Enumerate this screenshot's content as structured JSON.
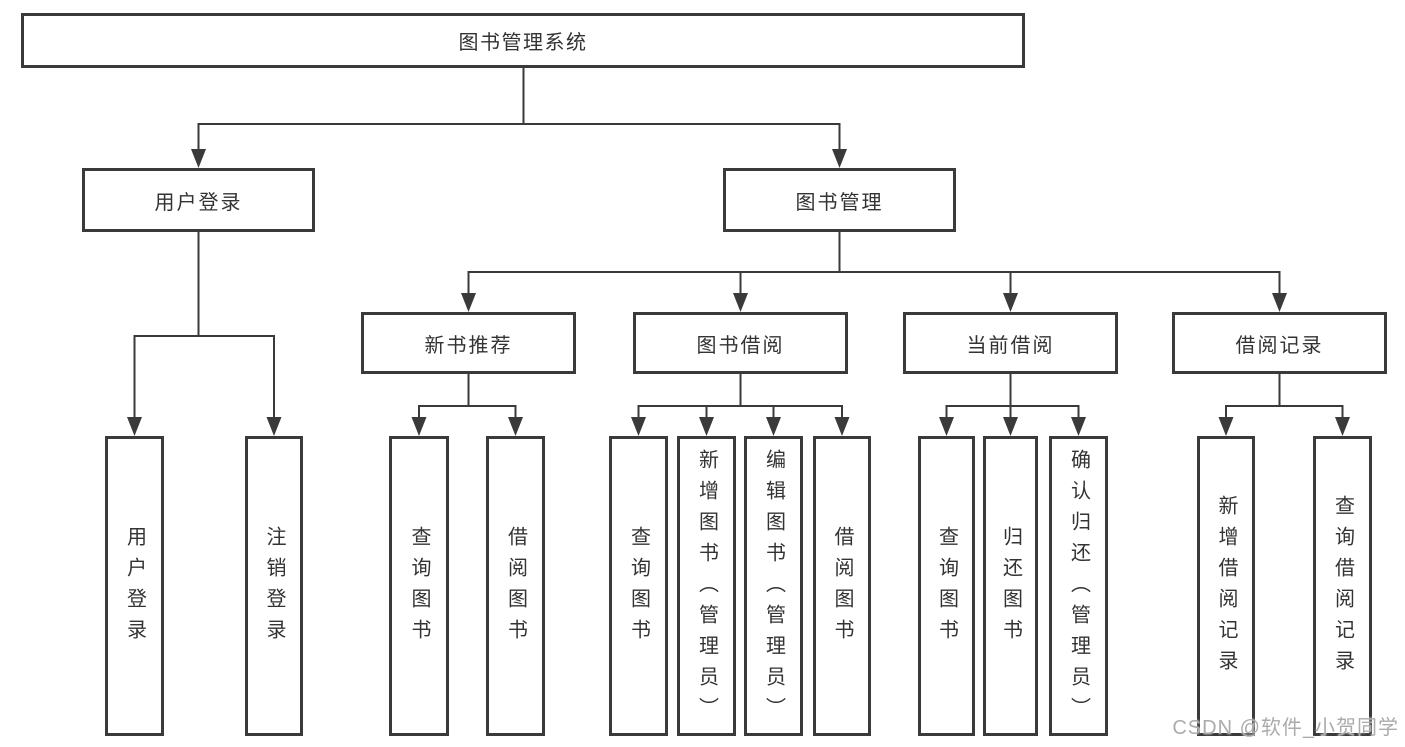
{
  "tree": {
    "label": "图书管理系统",
    "children": [
      {
        "label": "用户登录",
        "children": [
          {
            "label": "用户登录"
          },
          {
            "label": "注销登录"
          }
        ]
      },
      {
        "label": "图书管理",
        "children": [
          {
            "label": "新书推荐",
            "children": [
              {
                "label": "查询图书"
              },
              {
                "label": "借阅图书"
              }
            ]
          },
          {
            "label": "图书借阅",
            "children": [
              {
                "label": "查询图书"
              },
              {
                "label": "新增图书（管理员）"
              },
              {
                "label": "编辑图书（管理员）"
              },
              {
                "label": "借阅图书"
              }
            ]
          },
          {
            "label": "当前借阅",
            "children": [
              {
                "label": "查询图书"
              },
              {
                "label": "归还图书"
              },
              {
                "label": "确认归还（管理员）"
              }
            ]
          },
          {
            "label": "借阅记录",
            "children": [
              {
                "label": "新增借阅记录"
              },
              {
                "label": "查询借阅记录"
              }
            ]
          }
        ]
      }
    ]
  },
  "watermark": "CSDN @软件_小贺同学",
  "colors": {
    "line": "#3a3a3a",
    "text": "#333333",
    "watermark": "#ababab",
    "background": "#ffffff"
  }
}
